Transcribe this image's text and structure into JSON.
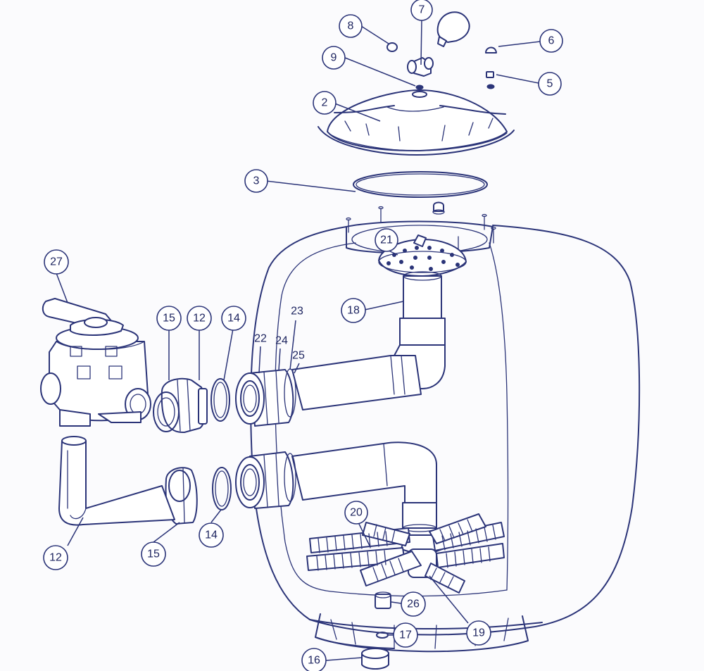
{
  "diagram": {
    "line_color": "#2b3478",
    "callouts": [
      {
        "id": "p2",
        "label": "2",
        "style": "circle"
      },
      {
        "id": "p3",
        "label": "3",
        "style": "circle"
      },
      {
        "id": "p5",
        "label": "5",
        "style": "circle"
      },
      {
        "id": "p6",
        "label": "6",
        "style": "circle"
      },
      {
        "id": "p7",
        "label": "7",
        "style": "circle"
      },
      {
        "id": "p8",
        "label": "8",
        "style": "circle"
      },
      {
        "id": "p9",
        "label": "9",
        "style": "circle"
      },
      {
        "id": "p12a",
        "label": "12",
        "style": "circle"
      },
      {
        "id": "p12b",
        "label": "12",
        "style": "circle"
      },
      {
        "id": "p14a",
        "label": "14",
        "style": "circle"
      },
      {
        "id": "p14b",
        "label": "14",
        "style": "circle"
      },
      {
        "id": "p15a",
        "label": "15",
        "style": "circle"
      },
      {
        "id": "p15b",
        "label": "15",
        "style": "circle"
      },
      {
        "id": "p16",
        "label": "16",
        "style": "circle"
      },
      {
        "id": "p17",
        "label": "17",
        "style": "circle"
      },
      {
        "id": "p18",
        "label": "18",
        "style": "circle"
      },
      {
        "id": "p19",
        "label": "19",
        "style": "circle"
      },
      {
        "id": "p20",
        "label": "20",
        "style": "circle"
      },
      {
        "id": "p21",
        "label": "21",
        "style": "circle"
      },
      {
        "id": "p22",
        "label": "22",
        "style": "plain"
      },
      {
        "id": "p23",
        "label": "23",
        "style": "plain"
      },
      {
        "id": "p24",
        "label": "24",
        "style": "plain"
      },
      {
        "id": "p25",
        "label": "25",
        "style": "plain"
      },
      {
        "id": "p26",
        "label": "26",
        "style": "circle"
      },
      {
        "id": "p27",
        "label": "27",
        "style": "circle"
      }
    ]
  }
}
